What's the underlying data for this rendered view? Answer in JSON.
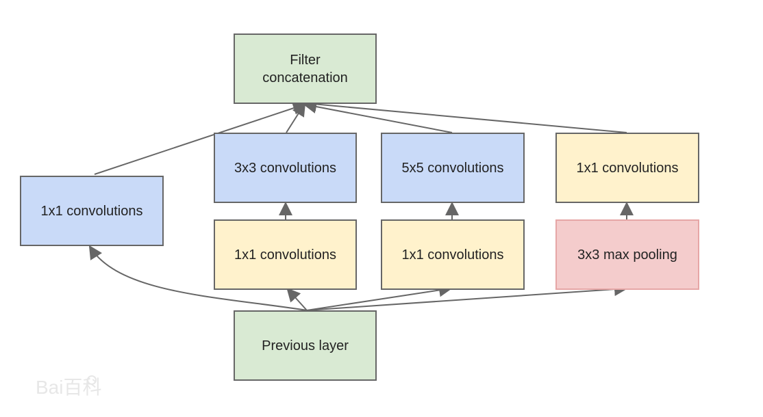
{
  "diagram": {
    "nodes": {
      "filter_concatenation": "Filter\nconcatenation",
      "conv_1x1_left": "1x1 convolutions",
      "conv_3x3": "3x3 convolutions",
      "conv_5x5": "5x5 convolutions",
      "conv_1x1_right_top": "1x1 convolutions",
      "conv_1x1_before_3x3": "1x1 convolutions",
      "conv_1x1_before_5x5": "1x1 convolutions",
      "max_pooling": "3x3 max pooling",
      "previous_layer": "Previous layer"
    },
    "watermark": "Bai百科"
  },
  "colors": {
    "green": "#d9ead3",
    "blue": "#c9daf8",
    "yellow": "#fff2cc",
    "red": "#f4cccc",
    "border": "#666666",
    "edge": "#666666"
  }
}
